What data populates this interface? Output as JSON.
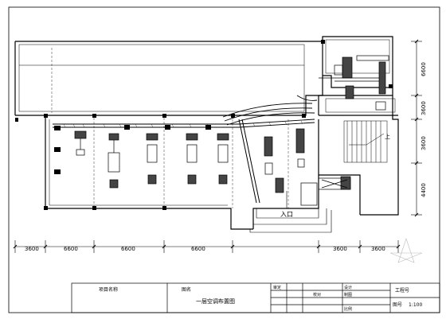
{
  "drawing": {
    "title": "一层空调布置图",
    "entrance_label": "入口",
    "stair_up_label": "上",
    "dimensions_bottom": [
      "3600",
      "6600",
      "6600",
      "6600",
      "3600",
      "3600"
    ],
    "dimensions_right": [
      "6600",
      "3600",
      "3600",
      "4400"
    ]
  },
  "title_block": {
    "project_label": "项目名称",
    "drawing_label": "图名",
    "drawing_title": "一层空调布置图",
    "review_label": "审定",
    "design_label": "设计",
    "drawn_label": "制图",
    "check_label": "校对",
    "project_no_label": "工程号",
    "drawing_no_label": "图号",
    "scale_label": "比例",
    "scale_value": "1:100"
  }
}
